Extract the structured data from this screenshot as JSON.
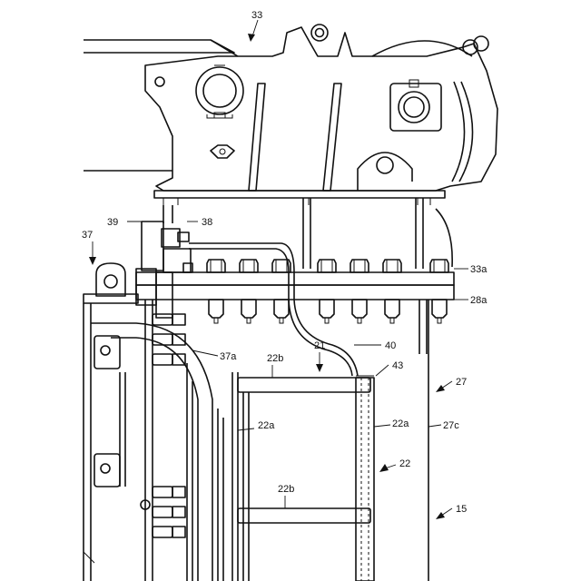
{
  "labels": {
    "l33": "33",
    "l39": "39",
    "l38": "38",
    "l37": "37",
    "l33a": "33a",
    "l28a": "28a",
    "l37a": "37a",
    "l21": "21",
    "l40": "40",
    "l22b_top": "22b",
    "l43": "43",
    "l27": "27",
    "l22a_left": "22a",
    "l22a_right": "22a",
    "l27c": "27c",
    "l22": "22",
    "l22b_bottom": "22b",
    "l15": "15"
  }
}
